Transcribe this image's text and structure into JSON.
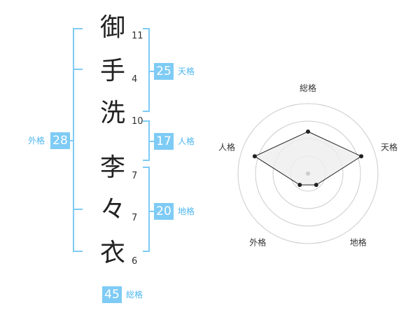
{
  "name": {
    "characters": [
      {
        "char": "御",
        "strokes": "11"
      },
      {
        "char": "手",
        "strokes": "4"
      },
      {
        "char": "洗",
        "strokes": "10"
      },
      {
        "char": "李",
        "strokes": "7"
      },
      {
        "char": "々",
        "strokes": "7"
      },
      {
        "char": "衣",
        "strokes": "6"
      }
    ]
  },
  "scores": {
    "tenkaku": {
      "value": "25",
      "label": "天格"
    },
    "jinkaku": {
      "value": "17",
      "label": "人格"
    },
    "chikaku": {
      "value": "20",
      "label": "地格"
    },
    "gaikaku": {
      "value": "28",
      "label": "外格"
    },
    "soukaku": {
      "value": "45",
      "label": "総格"
    }
  },
  "chart_data": {
    "type": "radar",
    "axes": [
      "総格",
      "天格",
      "地格",
      "外格",
      "人格"
    ],
    "values": [
      3,
      4,
      1,
      1,
      4
    ],
    "max": 5,
    "rings": 4,
    "colors": {
      "line": "#222222",
      "fill": "#eeeeee",
      "ring": "#cccccc"
    }
  },
  "colors": {
    "accent": "#7ecbf5",
    "accent_text": "#4fb7ef"
  }
}
